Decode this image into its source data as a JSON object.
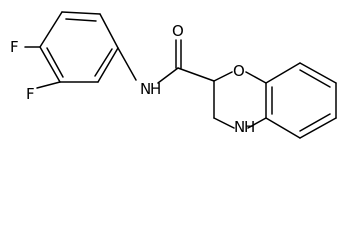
{
  "molecule": {
    "atoms": {
      "f_top": "F",
      "f_left": "F",
      "amide_n": "N",
      "amide_h": "H",
      "carbonyl_o": "O",
      "ring_o": "O",
      "ring_n": "N",
      "ring_h": "H"
    }
  },
  "colors": {
    "bond": "#000000",
    "background": "#ffffff"
  }
}
